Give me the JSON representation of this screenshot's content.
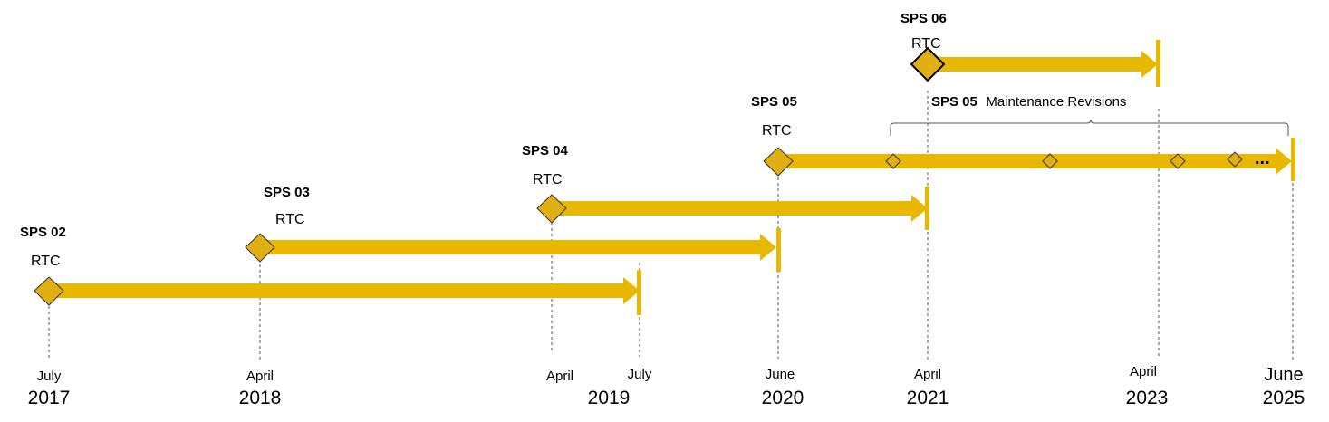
{
  "colors": {
    "accent": "#E8B800",
    "marker_fill": "#E0B012",
    "guide": "#555555"
  },
  "releases": [
    {
      "id": "sps02",
      "name": "SPS 02",
      "type": "RTC"
    },
    {
      "id": "sps03",
      "name": "SPS 03",
      "type": "RTC"
    },
    {
      "id": "sps04",
      "name": "SPS 04",
      "type": "RTC"
    },
    {
      "id": "sps05",
      "name": "SPS 05",
      "type": "RTC"
    },
    {
      "id": "sps06",
      "name": "SPS 06",
      "type": "RTC"
    }
  ],
  "maintenance": {
    "release": "SPS 05",
    "label": "Maintenance Revisions",
    "ellipsis": "..."
  },
  "dates": [
    {
      "id": "jul2017",
      "month": "July",
      "year": "2017"
    },
    {
      "id": "apr2018",
      "month": "April",
      "year": "2018"
    },
    {
      "id": "apr2019",
      "month": "April",
      "year": ""
    },
    {
      "id": "jul2019",
      "month": "July",
      "year": "2019"
    },
    {
      "id": "jun2020",
      "month": "June",
      "year": "2020"
    },
    {
      "id": "apr2021",
      "month": "April",
      "year": "2021"
    },
    {
      "id": "apr2023",
      "month": "April",
      "year": "2023"
    },
    {
      "id": "jun2025",
      "month": "June",
      "year": "2025"
    }
  ]
}
